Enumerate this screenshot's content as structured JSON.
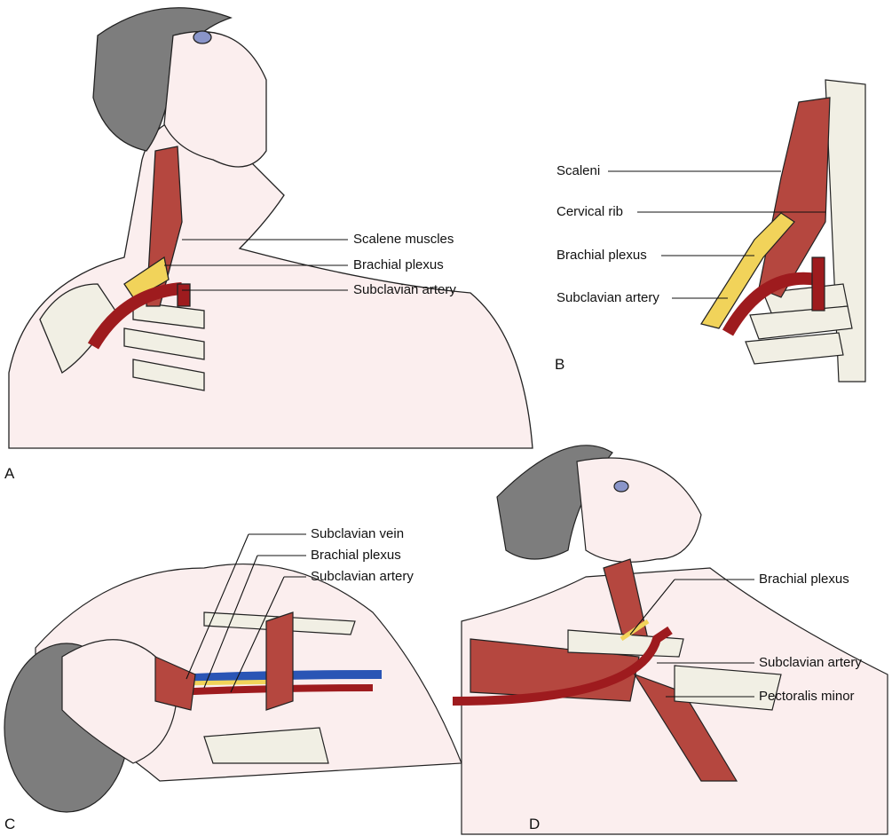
{
  "panels": {
    "a": {
      "letter": "A",
      "labels": [
        "Scalene muscles",
        "Brachial plexus",
        "Subclavian artery"
      ]
    },
    "b": {
      "letter": "B",
      "labels": [
        "Scaleni",
        "Cervical rib",
        "Brachial plexus",
        "Subclavian artery"
      ]
    },
    "c": {
      "letter": "C",
      "labels": [
        "Subclavian vein",
        "Brachial plexus",
        "Subclavian artery"
      ]
    },
    "d": {
      "letter": "D",
      "labels": [
        "Brachial plexus",
        "Subclavian artery",
        "Pectoralis minor"
      ]
    }
  },
  "colors": {
    "muscle": "#b5473f",
    "artery": "#9e1b1e",
    "plexus": "#f1d35a",
    "vein": "#2a55b5",
    "hair": "#777777",
    "skin": "#fbeeee",
    "bone": "#f1efe4"
  }
}
